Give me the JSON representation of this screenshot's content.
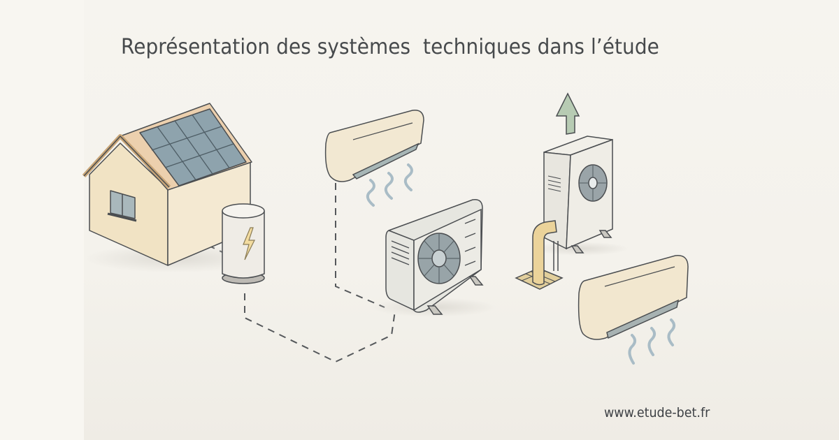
{
  "title": "Représentation des systèmes  techniques dans l’étude",
  "footer": {
    "url": "www.etude-bet.fr"
  },
  "illustration": {
    "elements": [
      "house-with-solar-panels",
      "battery-storage-unit",
      "wall-split-ac-indoor-unit",
      "outdoor-heat-pump-unit",
      "vertical-heat-pump-with-exhaust",
      "floor-duct-pipe",
      "wall-split-ac-indoor-unit-2"
    ],
    "icons": {
      "battery": "lightning-bolt",
      "exhaust": "up-arrow"
    }
  },
  "colors": {
    "background": "#f6f4ef",
    "wall": "#f1e4c8",
    "roof": "#ecd0b0",
    "solar": "#8fa3ad",
    "unit": "#ece9e1",
    "ac": "#f2e8d4",
    "arrow": "#b8ccb4",
    "pipe": "#e8cf95",
    "text": "#474a4c",
    "outline": "#4a4d50"
  }
}
